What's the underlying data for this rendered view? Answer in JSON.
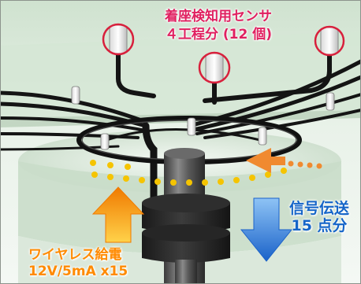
{
  "labels": {
    "sensor_line1": "着座検知用センサ",
    "sensor_line2": "４工程分 (12 個)",
    "signal_line1": "信号伝送",
    "signal_line2": "15 点分",
    "power_line1": "ワイヤレス給電",
    "power_line2": "12V/5mA x15"
  },
  "colors": {
    "sensor_label": "#e02060",
    "signal_label": "#1565c8",
    "power_label": "#ff8a00",
    "up_arrow": "#f08a00",
    "down_arrow": "#1f6fd0",
    "dotted_path": "#f5c400",
    "highlight_circle": "#d8203c",
    "cables": "#141414"
  },
  "icons": {
    "up_arrow": "power-up-arrow-icon",
    "down_arrow": "signal-down-arrow-icon",
    "rotation_arrow": "rotation-arrow-icon"
  }
}
